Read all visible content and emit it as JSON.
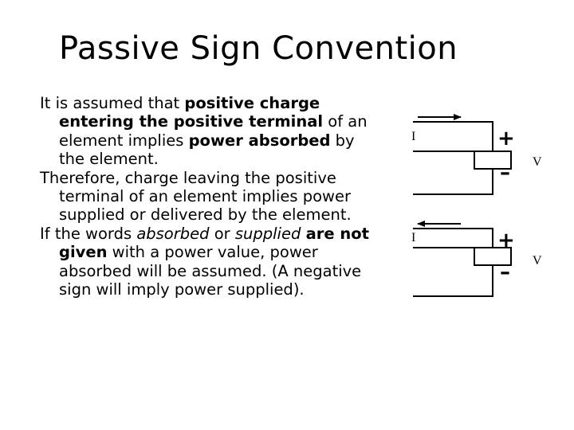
{
  "slide": {
    "title": "Passive Sign Convention",
    "p1": {
      "t1": "It is assumed that ",
      "b1": "positive charge entering the positive terminal",
      "t2": " of an element implies ",
      "b2": "power absorbed",
      "t3": " by the element."
    },
    "p2": {
      "t1": "Therefore, charge leaving the positive terminal of an element implies power supplied or delivered by the element."
    },
    "p3": {
      "t1": "If the words ",
      "i1": "absorbed",
      "t2": " or ",
      "i2": "supplied",
      "b1": "are not given",
      "t3": " with a power value, power absorbed will be assumed. (A negative sign will imply power supplied)."
    }
  },
  "diagram": {
    "top": {
      "current_label": "I",
      "plus": "+",
      "minus": "–",
      "voltage_label": "V",
      "arrow_direction": "right"
    },
    "bottom": {
      "current_label": "I",
      "plus": "+",
      "minus": "–",
      "voltage_label": "V",
      "arrow_direction": "left"
    }
  }
}
